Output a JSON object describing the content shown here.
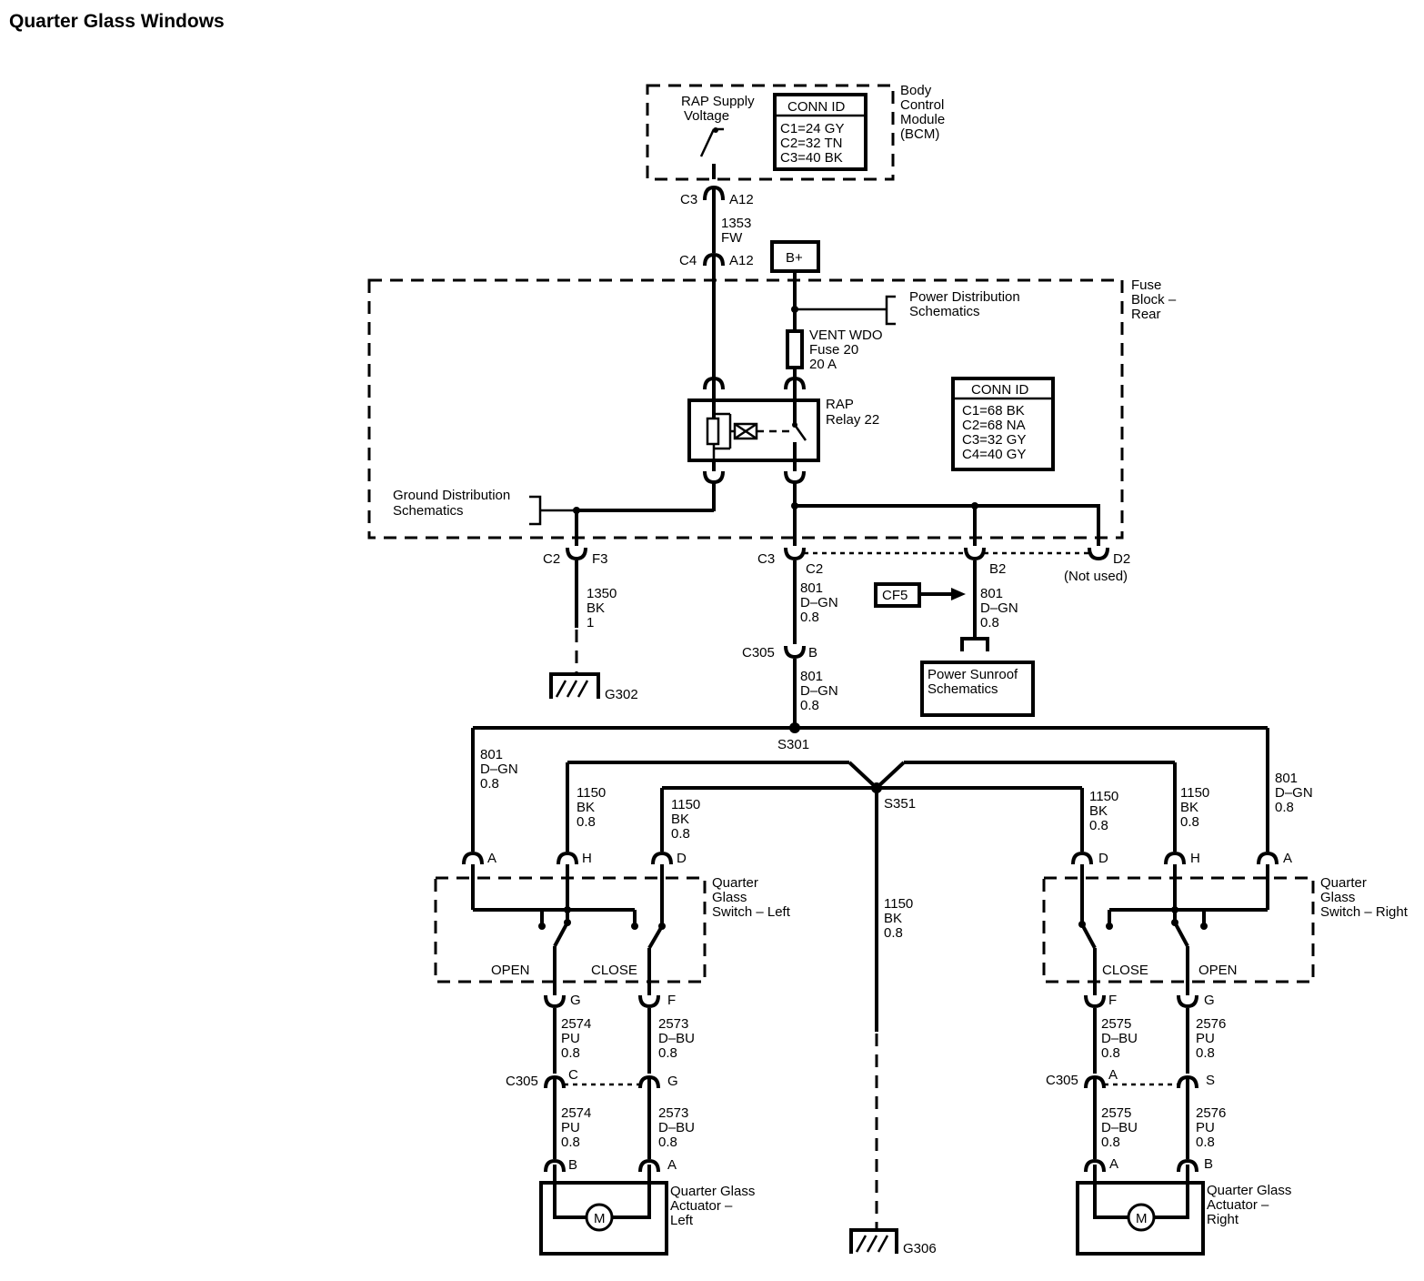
{
  "title": "Quarter Glass Windows",
  "bcm": {
    "supply_label": [
      "RAP Supply",
      "Voltage"
    ],
    "module_label": [
      "Body",
      "Control",
      "Module",
      "(BCM)"
    ],
    "conn_id_header": "CONN ID",
    "conn_ids": [
      "C1=24 GY",
      "C2=32 TN",
      "C3=40 BK"
    ],
    "pin_conn": "C3",
    "pin": "A12"
  },
  "wire_1353": [
    "1353",
    "FW"
  ],
  "fuse_block": {
    "c4_conn": "C4",
    "c4_pin": "A12",
    "bplus": "B+",
    "label": [
      "Fuse",
      "Block –",
      "Rear"
    ],
    "power_dist": [
      "Power Distribution",
      "Schematics"
    ],
    "fuse_label": [
      "VENT WDO",
      "Fuse 20",
      "20 A"
    ],
    "relay_label": [
      "RAP",
      "Relay 22"
    ],
    "conn_id_header": "CONN ID",
    "conn_ids": [
      "C1=68 BK",
      "C2=68 NA",
      "C3=32 GY",
      "C4=40 GY"
    ],
    "ground_dist": [
      "Ground Distribution",
      "Schematics"
    ],
    "c2_conn": "C2",
    "f3_pin": "F3",
    "c3_conn": "C3",
    "c2_pin": "C2",
    "b2_pin": "B2",
    "d2_pin": "D2",
    "not_used": "(Not used)"
  },
  "wire_1350": [
    "1350",
    "BK",
    "1"
  ],
  "g302": "G302",
  "wire_801_a": [
    "801",
    "D–GN",
    "0.8"
  ],
  "cf5": "CF5",
  "wire_801_b": [
    "801",
    "D–GN",
    "0.8"
  ],
  "sunroof": [
    "Power Sunroof",
    "Schematics"
  ],
  "c305_top": {
    "conn": "C305",
    "pin": "B"
  },
  "wire_801_c": [
    "801",
    "D–GN",
    "0.8"
  ],
  "s301": "S301",
  "wire_801_left": [
    "801",
    "D–GN",
    "0.8"
  ],
  "wire_801_right": [
    "801",
    "D–GN",
    "0.8"
  ],
  "wire_1150_lh": [
    "1150",
    "BK",
    "0.8"
  ],
  "wire_1150_ld": [
    "1150",
    "BK",
    "0.8"
  ],
  "wire_1150_rd": [
    "1150",
    "BK",
    "0.8"
  ],
  "wire_1150_rh": [
    "1150",
    "BK",
    "0.8"
  ],
  "s351": "S351",
  "wire_1150_center": [
    "1150",
    "BK",
    "0.8"
  ],
  "g306": "G306",
  "left_switch": {
    "pin_a": "A",
    "pin_h": "H",
    "pin_d": "D",
    "label": [
      "Quarter",
      "Glass",
      "Switch – Left"
    ],
    "open": "OPEN",
    "close": "CLOSE",
    "pin_g": "G",
    "pin_f": "F"
  },
  "right_switch": {
    "pin_d": "D",
    "pin_h": "H",
    "pin_a": "A",
    "label": [
      "Quarter",
      "Glass",
      "Switch – Right"
    ],
    "close": "CLOSE",
    "open": "OPEN",
    "pin_f": "F",
    "pin_g": "G"
  },
  "wire_2574_top": [
    "2574",
    "PU",
    "0.8"
  ],
  "wire_2573_top": [
    "2573",
    "D–BU",
    "0.8"
  ],
  "wire_2575_top": [
    "2575",
    "D–BU",
    "0.8"
  ],
  "wire_2576_top": [
    "2576",
    "PU",
    "0.8"
  ],
  "c305_left": {
    "conn": "C305",
    "pin_c": "C",
    "pin_g": "G"
  },
  "c305_right": {
    "conn": "C305",
    "pin_a": "A",
    "pin_s": "S"
  },
  "wire_2574_bot": [
    "2574",
    "PU",
    "0.8"
  ],
  "wire_2573_bot": [
    "2573",
    "D–BU",
    "0.8"
  ],
  "wire_2575_bot": [
    "2575",
    "D–BU",
    "0.8"
  ],
  "wire_2576_bot": [
    "2576",
    "PU",
    "0.8"
  ],
  "left_actuator": {
    "pin_b": "B",
    "pin_a": "A",
    "label": [
      "Quarter Glass",
      "Actuator –",
      "Left"
    ],
    "motor": "M"
  },
  "right_actuator": {
    "pin_a": "A",
    "pin_b": "B",
    "label": [
      "Quarter Glass",
      "Actuator –",
      "Right"
    ],
    "motor": "M"
  }
}
